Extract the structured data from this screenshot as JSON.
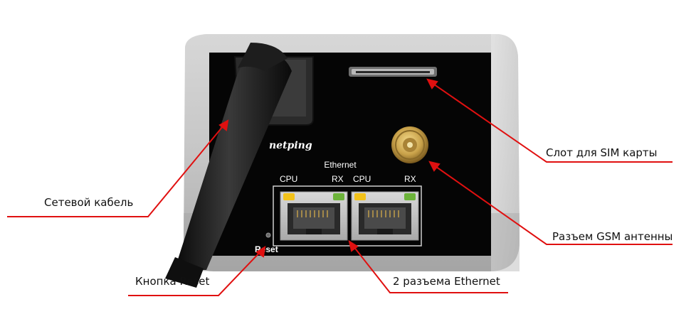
{
  "device": {
    "brand": "netping",
    "ethernet_label": "Ethernet",
    "port1_label_left": "CPU",
    "port1_label_right": "RX",
    "port2_label_left": "CPU",
    "port2_label_right": "RX",
    "reset_label": "Reset"
  },
  "callouts": {
    "sim_slot": "Слот для SIM карты",
    "network_cable": "Сетевой кабель",
    "gsm_antenna": "Разъем GSM антенны",
    "reset_button": "Кнопка Reset",
    "ethernet_ports": "2 разъема Ethernet"
  },
  "colors": {
    "callout_line": "#e01010",
    "case": "#c8c8c8",
    "panel": "#050505",
    "led_yellow": "#f2c21b",
    "led_green": "#6cb33a"
  }
}
